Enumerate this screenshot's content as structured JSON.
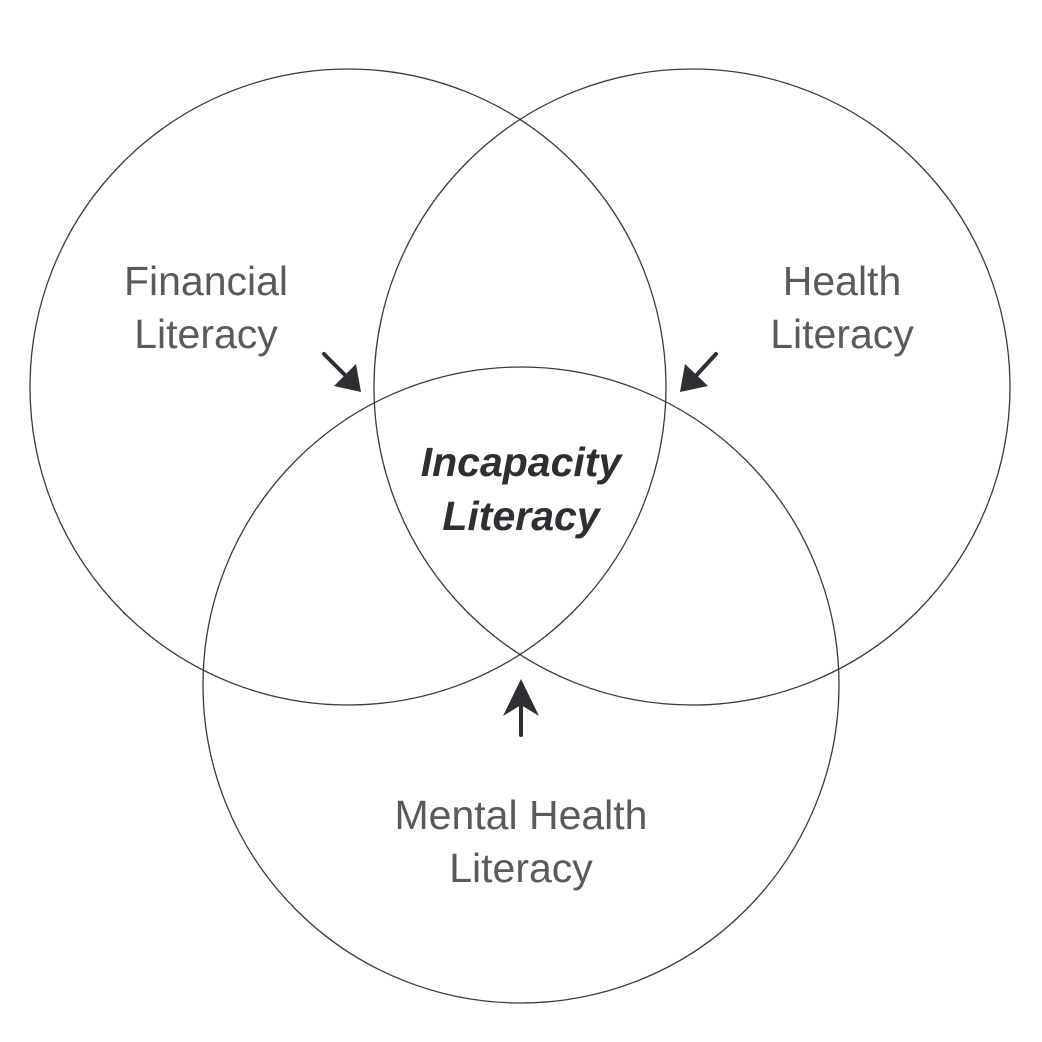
{
  "diagram": {
    "type": "venn-3",
    "circle_stroke_color": "#3a3a3a",
    "arrow_color": "#2e2e33",
    "label_color": "#5a5a5a",
    "center_label_color": "#2e2e33",
    "sets": [
      {
        "id": "financial",
        "line1": "Financial",
        "line2": "Literacy"
      },
      {
        "id": "health",
        "line1": "Health",
        "line2": "Literacy"
      },
      {
        "id": "mental-health",
        "line1": "Mental Health",
        "line2": "Literacy"
      }
    ],
    "intersection": {
      "line1": "Incapacity",
      "line2": "Literacy"
    },
    "arrows": [
      {
        "from": "financial",
        "to": "intersection",
        "icon": "arrow-down-right-icon"
      },
      {
        "from": "health",
        "to": "intersection",
        "icon": "arrow-down-left-icon"
      },
      {
        "from": "mental-health",
        "to": "intersection",
        "icon": "arrow-up-icon"
      }
    ]
  }
}
